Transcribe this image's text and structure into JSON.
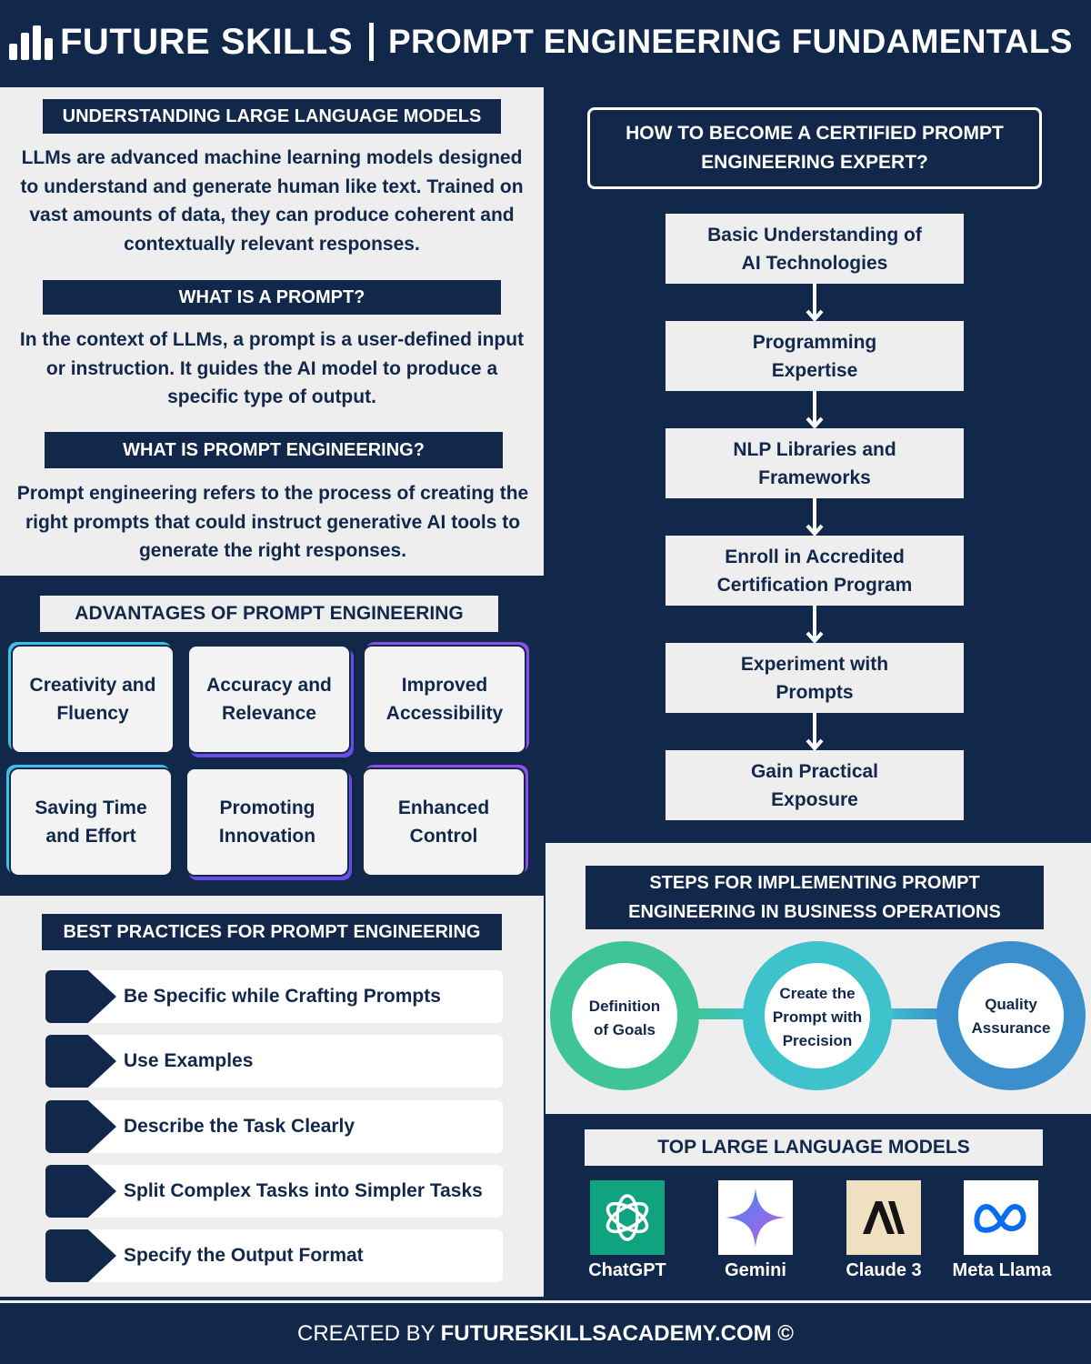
{
  "header": {
    "brand": "FUTURE SKILLS",
    "title": "PROMPT ENGINEERING FUNDAMENTALS"
  },
  "llm_section": {
    "heading": "UNDERSTANDING LARGE LANGUAGE MODELS",
    "lines": [
      "LLMs are advanced machine learning models designed",
      "to understand and generate human like text. Trained on",
      "vast amounts of data, they can produce coherent and",
      "contextually relevant responses."
    ]
  },
  "prompt_section": {
    "heading": "WHAT IS A PROMPT?",
    "lines": [
      "In the context of LLMs, a prompt is a user-defined input",
      "or instruction. It guides the AI model to produce a",
      "specific type of output."
    ]
  },
  "pe_section": {
    "heading": "WHAT IS PROMPT ENGINEERING?",
    "lines": [
      "Prompt engineering refers to the process of creating the",
      "right prompts that could instruct generative AI tools to",
      "generate the right responses."
    ]
  },
  "advantages": {
    "heading": "ADVANTAGES OF PROMPT ENGINEERING",
    "items": [
      [
        "Creativity and",
        "Fluency"
      ],
      [
        "Accuracy and",
        "Relevance"
      ],
      [
        "Improved",
        "Accessibility"
      ],
      [
        "Saving Time",
        "and Effort"
      ],
      [
        "Promoting",
        "Innovation"
      ],
      [
        "Enhanced",
        "Control"
      ]
    ]
  },
  "best_practices": {
    "heading": "BEST PRACTICES FOR PROMPT ENGINEERING",
    "items": [
      "Be Specific while Crafting Prompts",
      "Use Examples",
      "Describe the Task Clearly",
      "Split Complex Tasks into Simpler Tasks",
      "Specify the Output Format"
    ]
  },
  "certification": {
    "heading_lines": [
      "HOW TO BECOME A CERTIFIED PROMPT",
      "ENGINEERING EXPERT?"
    ],
    "steps": [
      [
        "Basic Understanding of",
        "AI Technologies"
      ],
      [
        "Programming",
        "Expertise"
      ],
      [
        "NLP Libraries and",
        "Frameworks"
      ],
      [
        "Enroll in Accredited",
        "Certification Program"
      ],
      [
        "Experiment with",
        "Prompts"
      ],
      [
        "Gain Practical",
        "Exposure"
      ]
    ]
  },
  "business_steps": {
    "heading_lines": [
      "STEPS FOR IMPLEMENTING PROMPT",
      "ENGINEERING IN BUSINESS OPERATIONS"
    ],
    "steps": [
      [
        "Definition",
        "of Goals"
      ],
      [
        "Create the",
        "Prompt with",
        "Precision"
      ],
      [
        "Quality",
        "Assurance"
      ]
    ],
    "colors": [
      "#3fc595",
      "#3ec2cc",
      "#3a8fcc"
    ]
  },
  "top_models": {
    "heading": "TOP LARGE LANGUAGE MODELS",
    "models": [
      {
        "name": "ChatGPT",
        "icon": "chatgpt-logo-icon",
        "color": "#10a37f"
      },
      {
        "name": "Gemini",
        "icon": "gemini-logo-icon",
        "color": "#5b7cf0"
      },
      {
        "name": "Claude 3",
        "icon": "anthropic-logo-icon",
        "color": "#f0dfc1"
      },
      {
        "name": "Meta Llama",
        "icon": "meta-logo-icon",
        "color": "#0a6cf0"
      }
    ]
  },
  "footer": {
    "prefix": "CREATED BY",
    "site": "FUTURESKILLSACADEMY.COM ©"
  },
  "colors": {
    "navy": "#11284a",
    "light": "#eeeeef"
  }
}
